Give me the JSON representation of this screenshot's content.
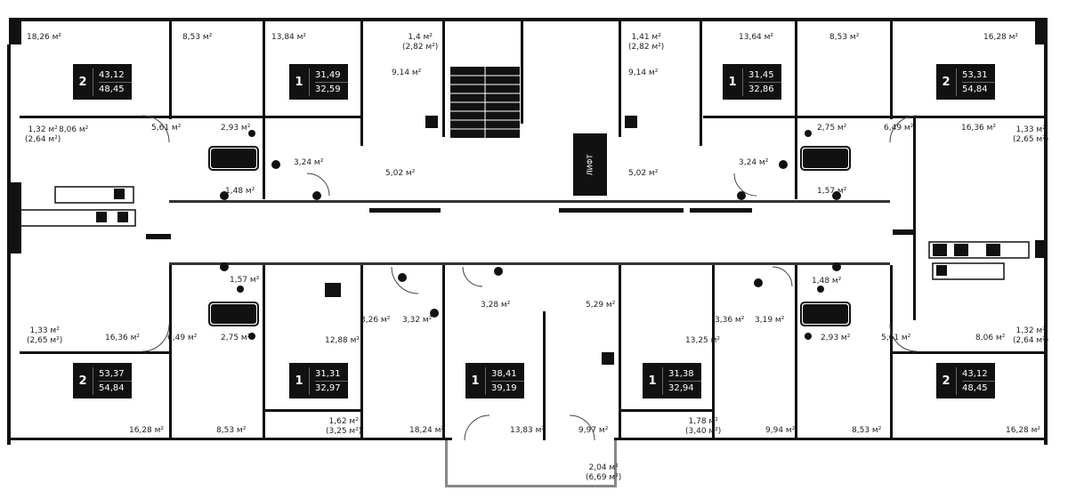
{
  "plan": {
    "lift_label": "ЛИФТ",
    "apartments": [
      {
        "rooms": "2",
        "living": "43,12",
        "total": "48,45"
      },
      {
        "rooms": "1",
        "living": "31,49",
        "total": "32,59"
      },
      {
        "rooms": "1",
        "living": "31,45",
        "total": "32,86"
      },
      {
        "rooms": "2",
        "living": "53,31",
        "total": "54,84"
      },
      {
        "rooms": "2",
        "living": "53,37",
        "total": "54,84"
      },
      {
        "rooms": "1",
        "living": "31,31",
        "total": "32,97"
      },
      {
        "rooms": "1",
        "living": "38,41",
        "total": "39,19"
      },
      {
        "rooms": "1",
        "living": "31,38",
        "total": "32,94"
      },
      {
        "rooms": "2",
        "living": "43,12",
        "total": "48,45"
      }
    ],
    "rooms": [
      {
        "line1": "18,26 м²"
      },
      {
        "line1": "8,53 м²"
      },
      {
        "line1": "13,84 м²"
      },
      {
        "line1": "1,4 м²",
        "line2": "(2,82 м²)"
      },
      {
        "line1": "1,41 м²",
        "line2": "(2,82 м²)"
      },
      {
        "line1": "13,64 м²"
      },
      {
        "line1": "8,53 м²"
      },
      {
        "line1": "16,28 м²"
      },
      {
        "line1": "9,14 м²"
      },
      {
        "line1": "9,14 м²"
      },
      {
        "line1": "1,32 м²",
        "line2": "(2,64 м²)"
      },
      {
        "line1": "8,06 м²"
      },
      {
        "line1": "5,61 м²"
      },
      {
        "line1": "2,93 м²"
      },
      {
        "line1": "3,24 м²"
      },
      {
        "line1": "5,02 м²"
      },
      {
        "line1": "5,02 м²"
      },
      {
        "line1": "3,24 м²"
      },
      {
        "line1": "2,75 м²"
      },
      {
        "line1": "6,49 м²"
      },
      {
        "line1": "16,36 м²"
      },
      {
        "line1": "1,33 м²",
        "line2": "(2,65 м²)"
      },
      {
        "line1": "1,48 м²"
      },
      {
        "line1": "1,57 м²"
      },
      {
        "line1": "1,57 м²"
      },
      {
        "line1": "5,29 м²"
      },
      {
        "line1": "3,26 м²"
      },
      {
        "line1": "3,32 м²"
      },
      {
        "line1": "3,28 м²"
      },
      {
        "line1": "3,36 м²"
      },
      {
        "line1": "3,19 м²"
      },
      {
        "line1": "1,48 м²"
      },
      {
        "line1": "1,33 м²",
        "line2": "(2,65 м²)"
      },
      {
        "line1": "16,36 м²"
      },
      {
        "line1": "6,49 м²"
      },
      {
        "line1": "2,75 м²"
      },
      {
        "line1": "12,88 м²"
      },
      {
        "line1": "13,25 м²"
      },
      {
        "line1": "2,93 м²"
      },
      {
        "line1": "5,61 м²"
      },
      {
        "line1": "8,06 м²"
      },
      {
        "line1": "1,32 м²",
        "line2": "(2,64 м²)"
      },
      {
        "line1": "16,28 м²"
      },
      {
        "line1": "8,53 м²"
      },
      {
        "line1": "1,62 м²",
        "line2": "(3,25 м²)"
      },
      {
        "line1": "18,24 м²"
      },
      {
        "line1": "13,83 м²"
      },
      {
        "line1": "9,97 м²"
      },
      {
        "line1": "1,78 м²",
        "line2": "(3,40 м²)"
      },
      {
        "line1": "9,94 м²"
      },
      {
        "line1": "8,53 м²"
      },
      {
        "line1": "16,28 м²"
      },
      {
        "line1": "2,04 м²",
        "line2": "(6,69 м²)"
      }
    ]
  }
}
